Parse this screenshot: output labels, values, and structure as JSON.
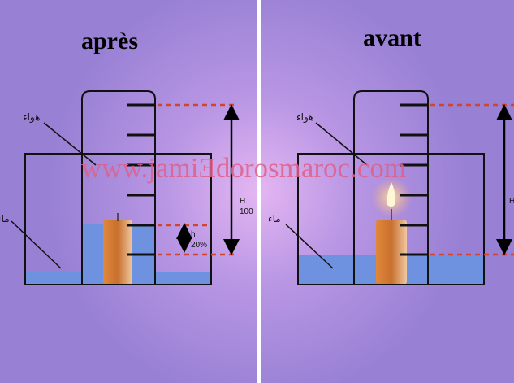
{
  "panels": [
    {
      "title": "après",
      "air_label": "هواء",
      "water_label": "ماء",
      "H_label": "H",
      "H_value": "100",
      "h_label": "h",
      "h_value": "20%",
      "candle_lit": false
    },
    {
      "title": "avant",
      "air_label": "هواء",
      "water_label": "ماء",
      "H_label": "H",
      "candle_lit": true
    }
  ],
  "watermark": "www.jamiƎdorosmaroc.com",
  "colors": {
    "background": "#9880d4",
    "water": "#6f92e0",
    "dash": "#d0452e",
    "watermark": "#e0608a"
  }
}
